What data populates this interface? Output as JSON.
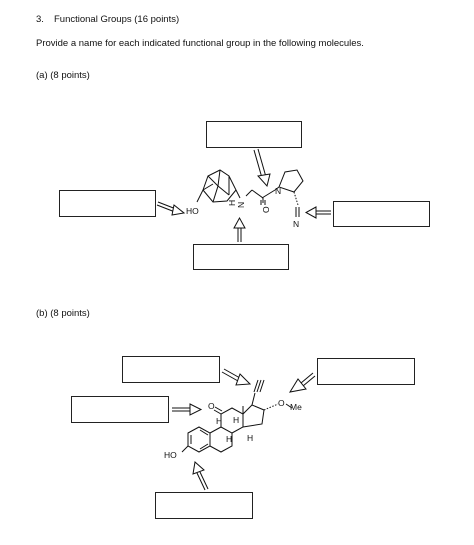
{
  "question": {
    "number": "3.",
    "title": "Functional Groups (16 points)",
    "instruction": "Provide a name for each indicated functional group in the following molecules."
  },
  "part_a": {
    "label": "(a) (8 points)",
    "atoms": {
      "ho": "HO",
      "n_ring": "N",
      "n_nitrile": "N",
      "h_amine": "H",
      "n_amine": "N",
      "o_carbonyl": "O"
    }
  },
  "part_b": {
    "label": "(b) (8 points)",
    "atoms": {
      "o_ether": "O",
      "me": "Me",
      "o_ketone": "O",
      "h1": "H",
      "h2": "H",
      "h3": "H",
      "h4": "H",
      "ho": "HO"
    }
  }
}
